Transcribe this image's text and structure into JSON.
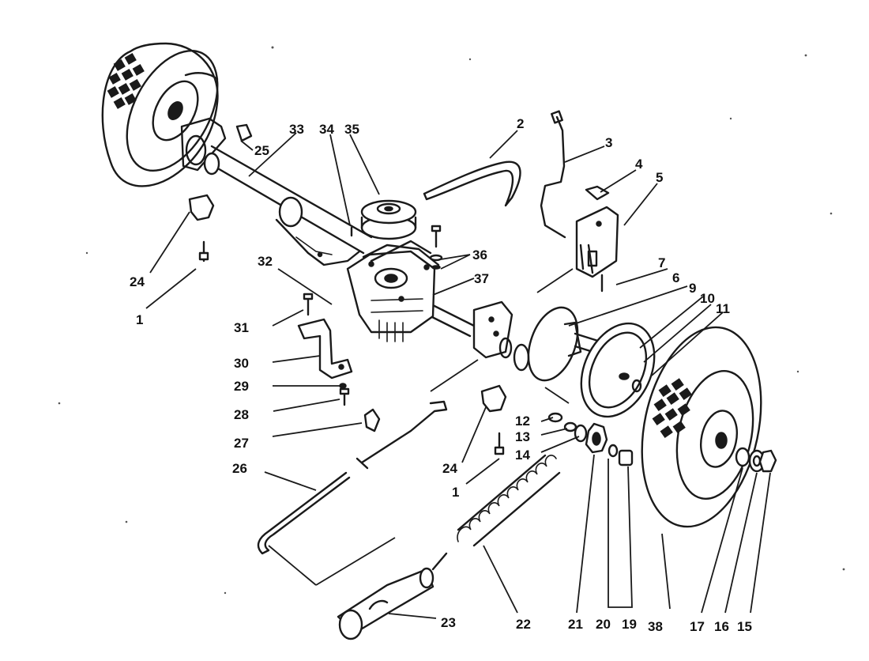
{
  "callouts": [
    {
      "id": "c2",
      "label": "2"
    },
    {
      "id": "c3",
      "label": "3"
    },
    {
      "id": "c4",
      "label": "4"
    },
    {
      "id": "c5",
      "label": "5"
    },
    {
      "id": "c6",
      "label": "6"
    },
    {
      "id": "c7",
      "label": "7"
    },
    {
      "id": "c9",
      "label": "9"
    },
    {
      "id": "c10",
      "label": "10"
    },
    {
      "id": "c11",
      "label": "11"
    },
    {
      "id": "c12",
      "label": "12"
    },
    {
      "id": "c13",
      "label": "13"
    },
    {
      "id": "c14",
      "label": "14"
    },
    {
      "id": "c15",
      "label": "15"
    },
    {
      "id": "c16",
      "label": "16"
    },
    {
      "id": "c17",
      "label": "17"
    },
    {
      "id": "c19",
      "label": "19"
    },
    {
      "id": "c20",
      "label": "20"
    },
    {
      "id": "c21",
      "label": "21"
    },
    {
      "id": "c22",
      "label": "22"
    },
    {
      "id": "c23",
      "label": "23"
    },
    {
      "id": "c24a",
      "label": "24"
    },
    {
      "id": "c24b",
      "label": "24"
    },
    {
      "id": "c25",
      "label": "25"
    },
    {
      "id": "c26",
      "label": "26"
    },
    {
      "id": "c27",
      "label": "27"
    },
    {
      "id": "c28",
      "label": "28"
    },
    {
      "id": "c29",
      "label": "29"
    },
    {
      "id": "c30",
      "label": "30"
    },
    {
      "id": "c31",
      "label": "31"
    },
    {
      "id": "c32",
      "label": "32"
    },
    {
      "id": "c33",
      "label": "33"
    },
    {
      "id": "c34",
      "label": "34"
    },
    {
      "id": "c35",
      "label": "35"
    },
    {
      "id": "c36",
      "label": "36"
    },
    {
      "id": "c37",
      "label": "37"
    },
    {
      "id": "c38",
      "label": "38"
    },
    {
      "id": "c1a",
      "label": "1"
    },
    {
      "id": "c1b",
      "label": "1"
    }
  ]
}
